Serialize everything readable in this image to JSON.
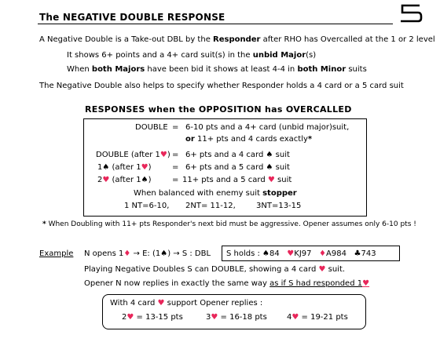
{
  "header": {
    "title": "The NEGATIVE DOUBLE RESPONSE",
    "page_number": "5"
  },
  "intro": {
    "line1_a": "A Negative Double is a Take-out DBL by the ",
    "line1_b": "Responder",
    "line1_c": " after RHO has Overcalled at the 1 or 2 level",
    "line2_a": "It shows 6+ points and a 4+ card suit(s) in the ",
    "line2_b": "unbid Major",
    "line2_c": "(s)",
    "line3_a": "When ",
    "line3_b": "both Majors",
    "line3_c": " have been bid it shows at least 4-4 in ",
    "line3_d": "both Minor",
    "line3_e": " suits",
    "line4": "The Negative Double also helps to specify whether Responder holds a 4 card or a 5 card suit"
  },
  "responses": {
    "title": "RESPONSES when the OPPOSITION has OVERCALLED",
    "double_label": "DOUBLE",
    "eq": "=",
    "double_text1": "6-10 pts and a 4+ card (unbid major)suit,",
    "double_or": "or",
    "double_text2": " 11+ pts and 4 cards exactly",
    "double_star": "*",
    "row1_label_a": "DOUBLE (after 1",
    "row1_label_suit": "♥",
    "row1_label_b": ")",
    "row1_text_a": "6+ pts and a 4 card ",
    "row1_text_suit": "♠",
    "row1_text_b": " suit",
    "row2_label_a": "1",
    "row2_label_suit": "♠",
    "row2_label_b": " (after 1",
    "row2_label_suit2": "♥",
    "row2_label_c": ")",
    "row2_text_a": "6+ pts and a 5 card ",
    "row2_text_suit": "♠",
    "row2_text_b": " suit",
    "row3_label_a": "2",
    "row3_label_suit": "♥",
    "row3_label_b": " (after 1",
    "row3_label_suit2": "♠",
    "row3_label_c": ")",
    "row3_text_a": "11+ pts and a 5 card ",
    "row3_text_suit": "♥",
    "row3_text_b": " suit",
    "balanced_a": "When balanced with enemy suit ",
    "balanced_b": "stopper",
    "nt1": "1 NT=6-10,",
    "nt2": "2NT= 11-12,",
    "nt3": "3NT=13-15"
  },
  "footnote": {
    "star": "*",
    "text": " When Doubling with 11+ pts Responder's next bid must be aggressive. Opener assumes only 6-10 pts !"
  },
  "example": {
    "label": "Example",
    "bid_a": "N opens 1",
    "bid_suit1": "♦",
    "bid_b": " → E: (1",
    "bid_suit2": "♠",
    "bid_c": ") → S : DBL",
    "holds_label": "S holds : ",
    "h_s_suit": "♠",
    "h_s": "84",
    "h_h_suit": "♥",
    "h_h": "KJ97",
    "h_d_suit": "♦",
    "h_d": "A984",
    "h_c_suit": "♣",
    "h_c": "743",
    "play_a": "Playing Negative Doubles  S can DOUBLE, showing a  4 card ",
    "play_suit": "♥",
    "play_b": " suit.",
    "opener_a": "Opener N now replies in exactly the same way ",
    "opener_b": "as if S had responded 1",
    "opener_suit": "♥"
  },
  "support": {
    "line1_a": "With 4 card ",
    "line1_suit": "♥",
    "line1_b": " support Opener replies :",
    "r1_a": "2",
    "r1_suit": "♥",
    "r1_b": " = 13-15 pts",
    "r2_a": "3",
    "r2_suit": "♥",
    "r2_b": " = 16-18 pts",
    "r3_a": "4",
    "r3_suit": "♥",
    "r3_b": " = 19-21 pts"
  },
  "colors": {
    "heart_diamond": "#e8265a",
    "text": "#000000"
  }
}
